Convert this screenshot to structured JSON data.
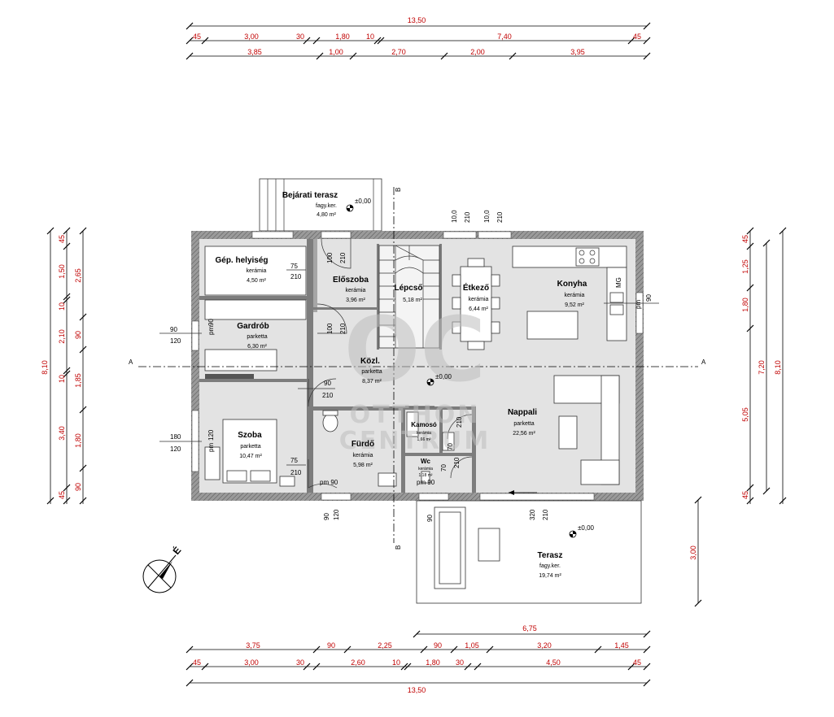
{
  "dimensions": {
    "top_total": "13,50",
    "top_row1": [
      "45",
      "3,00",
      "30",
      "1,80",
      "10",
      "7,40",
      "45"
    ],
    "top_row2": [
      "3,85",
      "1,00",
      "2,70",
      "2,00",
      "3,95"
    ],
    "bottom_row1": [
      "6,75"
    ],
    "bottom_row2": [
      "3,75",
      "90",
      "2,25",
      "90",
      "1,05",
      "3,20",
      "1,45"
    ],
    "bottom_row3": [
      "45",
      "3,00",
      "30",
      "2,60",
      "10",
      "1,80",
      "30",
      "4,50",
      "45"
    ],
    "bottom_total": "13,50",
    "left_total": "8,10",
    "left_col1": [
      "45",
      "1,50",
      "10",
      "2,10",
      "10",
      "3,40",
      "45"
    ],
    "left_col2": [
      "2,65",
      "90",
      "1,85",
      "1,80",
      "90"
    ],
    "right_total": "8,10",
    "right_col1": [
      "45",
      "1,25",
      "1,80",
      "5,05",
      "45"
    ],
    "right_col2": [
      "7,20"
    ],
    "terrace_depth": "3,00"
  },
  "rooms": [
    {
      "name": "Bejárati terasz",
      "material": "fagy.ker.",
      "area": "4,80 m²"
    },
    {
      "name": "Gép. helyiség",
      "material": "kerámia",
      "area": "4,50 m²"
    },
    {
      "name": "Előszoba",
      "material": "kerámia",
      "area": "3,96 m²"
    },
    {
      "name": "Lépcső",
      "material": "",
      "area": "5,18 m²"
    },
    {
      "name": "Étkező",
      "material": "kerámia",
      "area": "6,44 m²"
    },
    {
      "name": "Konyha",
      "material": "kerámia",
      "area": "9,52 m²"
    },
    {
      "name": "Gardrób",
      "material": "parketta",
      "area": "6,30 m²"
    },
    {
      "name": "Közl.",
      "material": "parketta",
      "area": "8,37 m²"
    },
    {
      "name": "Nappali",
      "material": "parketta",
      "area": "22,56 m²"
    },
    {
      "name": "Szoba",
      "material": "parketta",
      "area": "10,47 m²"
    },
    {
      "name": "Fürdő",
      "material": "kerámia",
      "area": "5,98 m²"
    },
    {
      "name": "Kamosó",
      "material": "kerámia",
      "area": "1,66 m²"
    },
    {
      "name": "Wc",
      "material": "kerámia",
      "area": "1,18 m²"
    },
    {
      "name": "Terasz",
      "material": "fagy.ker.",
      "area": "19,74 m²"
    }
  ],
  "levels": {
    "entry": "±0,00",
    "interior": "±0,00",
    "terrace": "±0,00"
  },
  "sections": {
    "a_left": "A",
    "a_right": "A",
    "b_top": "B",
    "b_bottom": "B"
  },
  "openings": {
    "window_left_top": [
      "90",
      "120"
    ],
    "window_left_bottom": [
      "180",
      "120"
    ],
    "pm": "pm",
    "pm90": "pm 90",
    "door_75_210": [
      "75",
      "210"
    ],
    "door_100_210": [
      "100",
      "210"
    ],
    "door_90_210": [
      "90",
      "210"
    ],
    "door_90_120": [
      "90",
      "120"
    ],
    "top_windows": [
      "10,0",
      "210",
      "10,0",
      "210"
    ],
    "terrace_door": [
      "320",
      "210"
    ],
    "door_70_210": [
      "70",
      "210"
    ],
    "kitchen_mg": "MG",
    "right_window": [
      "pm",
      "90"
    ]
  },
  "watermark": {
    "logo": "OC",
    "line1": "OTTHON",
    "line2": "CENTRUM"
  },
  "north": "É"
}
